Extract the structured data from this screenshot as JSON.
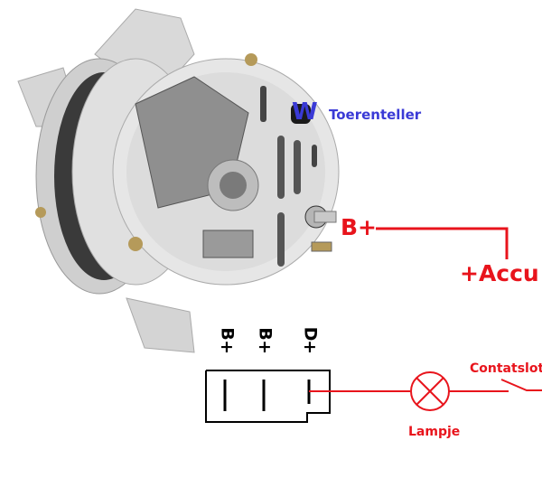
{
  "labels": {
    "w_terminal": "W",
    "tachometer": "Toerenteller",
    "b_plus": "B+",
    "battery": "+Accu",
    "ignition_switch": "Contatslot",
    "lamp": "Lampje"
  },
  "connector_terminals": [
    {
      "letter": "B",
      "sign": "+"
    },
    {
      "letter": "B",
      "sign": "+"
    },
    {
      "letter": "D",
      "sign": "+"
    }
  ],
  "colors": {
    "wire": "#e8141c",
    "w_label": "#3a3ad6",
    "tachometer_label": "#3a3ad6",
    "connector": "#000000"
  }
}
